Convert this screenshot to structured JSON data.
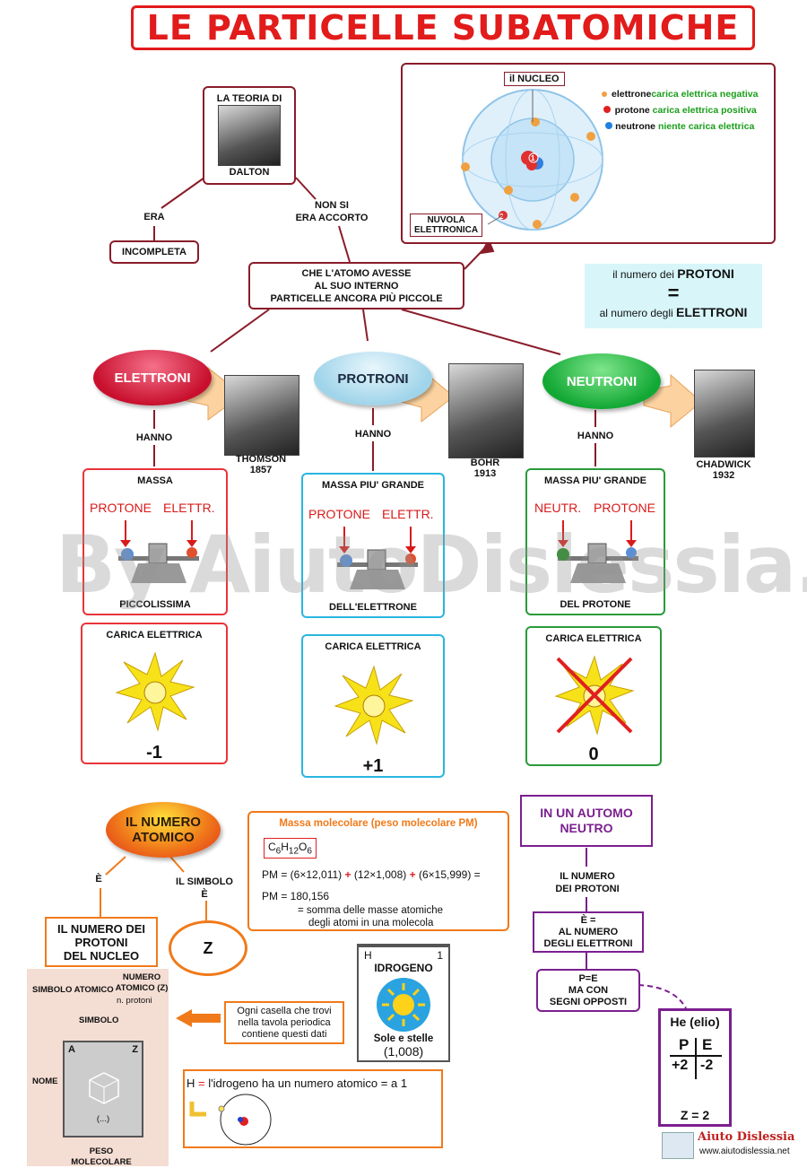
{
  "title": "LE PARTICELLE SUBATOMICHE",
  "dalton": {
    "heading": "LA TEORIA DI",
    "name": "DALTON"
  },
  "era": "ERA",
  "incompleta": "INCOMPLETA",
  "non_si_1": "NON SI",
  "non_si_2": "ERA ACCORTO",
  "che_atomo": [
    "CHE L'ATOMO AVESSE",
    "AL SUO INTERNO",
    "PARTICELLE ANCORA PIÙ PICCOLE"
  ],
  "atom": {
    "nucleo": "il NUCLEO",
    "nuvola_1": "NUVOLA",
    "nuvola_2": "ELETTRONICA",
    "num1": "1",
    "num2": "2",
    "legend": [
      {
        "name": "elettrone",
        "desc": "carica elettrica negativa",
        "color": "#f0a040"
      },
      {
        "name": "protone",
        "desc": "carica elettrica positiva",
        "color": "#e02020"
      },
      {
        "name": "neutrone",
        "desc": "niente carica elettrica",
        "color": "#2080e0"
      }
    ]
  },
  "equal_box": {
    "line1a": "il numero dei ",
    "line1b": "PROTONI",
    "eq": "=",
    "line2a": "al numero degli ",
    "line2b": "ELETTRONI"
  },
  "particles": [
    {
      "name": "ELETTRONI",
      "hanno": "HANNO",
      "scientist": "THOMSON",
      "year": "1857",
      "massa_title": "MASSA",
      "left": "PROTONE",
      "right": "ELETTR.",
      "massa_bottom": "PICCOLISSIMA",
      "carica": "CARICA ELETTRICA",
      "value": "-1"
    },
    {
      "name": "PROTRONI",
      "hanno": "HANNO",
      "scientist": "BOHR",
      "year": "1913",
      "massa_title": "MASSA PIU' GRANDE",
      "left": "PROTONE",
      "right": "ELETTR.",
      "massa_bottom": "DELL'ELETTRONE",
      "carica": "CARICA ELETTRICA",
      "value": "+1"
    },
    {
      "name": "NEUTRONI",
      "hanno": "HANNO",
      "scientist": "CHADWICK",
      "year": "1932",
      "massa_title": "MASSA PIU' GRANDE",
      "left": "NEUTR.",
      "right": "PROTONE",
      "massa_bottom": "DEL PROTONE",
      "carica": "CARICA ELETTRICA",
      "value": "0"
    }
  ],
  "watermark": "By AiutoDislessia.net",
  "numero_atomico": {
    "title_1": "IL NUMERO",
    "title_2": "ATOMICO",
    "e": "È",
    "simbolo_1": "IL SIMBOLO",
    "simbolo_2": "È",
    "protoni_1": "IL NUMERO DEI",
    "protoni_2": "PROTONI",
    "protoni_3": "DEL NUCLEO",
    "z": "Z"
  },
  "massa_molecolare": {
    "title": "Massa molecolare (peso molecolare PM)",
    "formula": "C6H12O6",
    "calc_a": "PM = (6×12,011)",
    "plus": "+",
    "calc_b": "(12×1,008)",
    "calc_c": "(6×15,999) =",
    "result": "PM = 180,156",
    "desc_1": "= somma delle masse atomiche",
    "desc_2": "degli atomi in una molecola"
  },
  "idrogeno_card": {
    "symbol": "H",
    "number": "1",
    "name": "IDROGENO",
    "caption": "Sole e stelle",
    "mass": "(1,008)"
  },
  "periodic_box": {
    "simbolo_atomico": "SIMBOLO ATOMICO",
    "numero_atomico": "NUMERO ATOMICO (Z)",
    "n_protoni": "n. protoni",
    "simbolo": "SIMBOLO",
    "nome": "NOME",
    "a": "A",
    "z": "Z",
    "dots": "(...)",
    "peso": "PESO MOLECOLARE"
  },
  "ogni_casella": [
    "Ogni casella che trovi",
    "nella tavola periodica",
    "contiene questi dati"
  ],
  "h_line": {
    "h": "H",
    "eq": "=",
    "text": "l'idrogeno ha un numero atomico = a 1"
  },
  "neutro": {
    "title_1": "IN UN AUTOMO",
    "title_2": "NEUTRO",
    "n1": "IL NUMERO",
    "n2": "DEI PROTONI",
    "eq1": "È =",
    "eq2": "AL NUMERO",
    "eq3": "DEGLI ELETTRONI",
    "pe1": "P=E",
    "pe2": "MA CON",
    "pe3": "SEGNI OPPOSTI"
  },
  "elio": {
    "title": "He (elio)",
    "p": "P",
    "e": "E",
    "pv": "+2",
    "ev": "-2",
    "z": "Z = 2"
  },
  "footer": {
    "brand": "Aiuto Dislessia",
    "url": "www.aiutodislessia.net"
  }
}
